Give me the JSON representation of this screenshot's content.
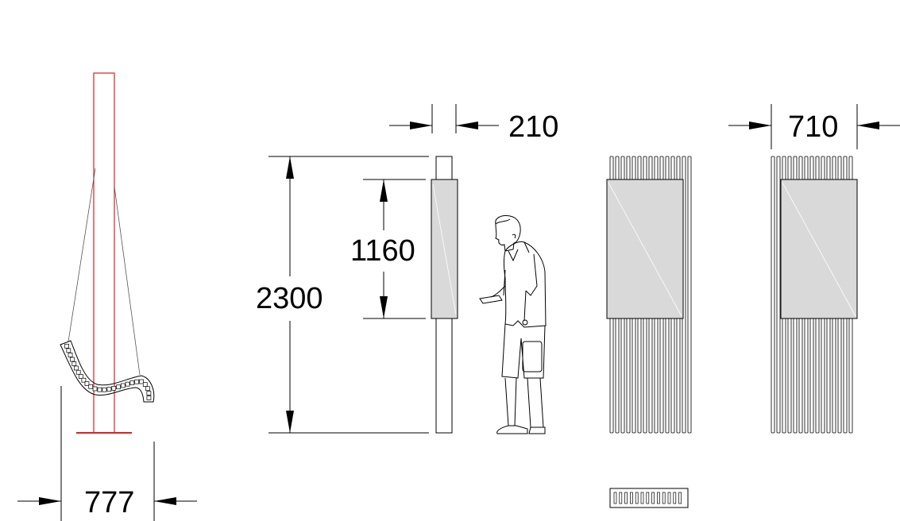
{
  "dimensions": {
    "bench_width": "777",
    "post_depth": "210",
    "total_height": "2300",
    "panel_height": "1160",
    "unit_width": "710"
  },
  "colors": {
    "line": "#000000",
    "panel_fill": "#d9d9d9",
    "post_outline": "#e0201e"
  }
}
